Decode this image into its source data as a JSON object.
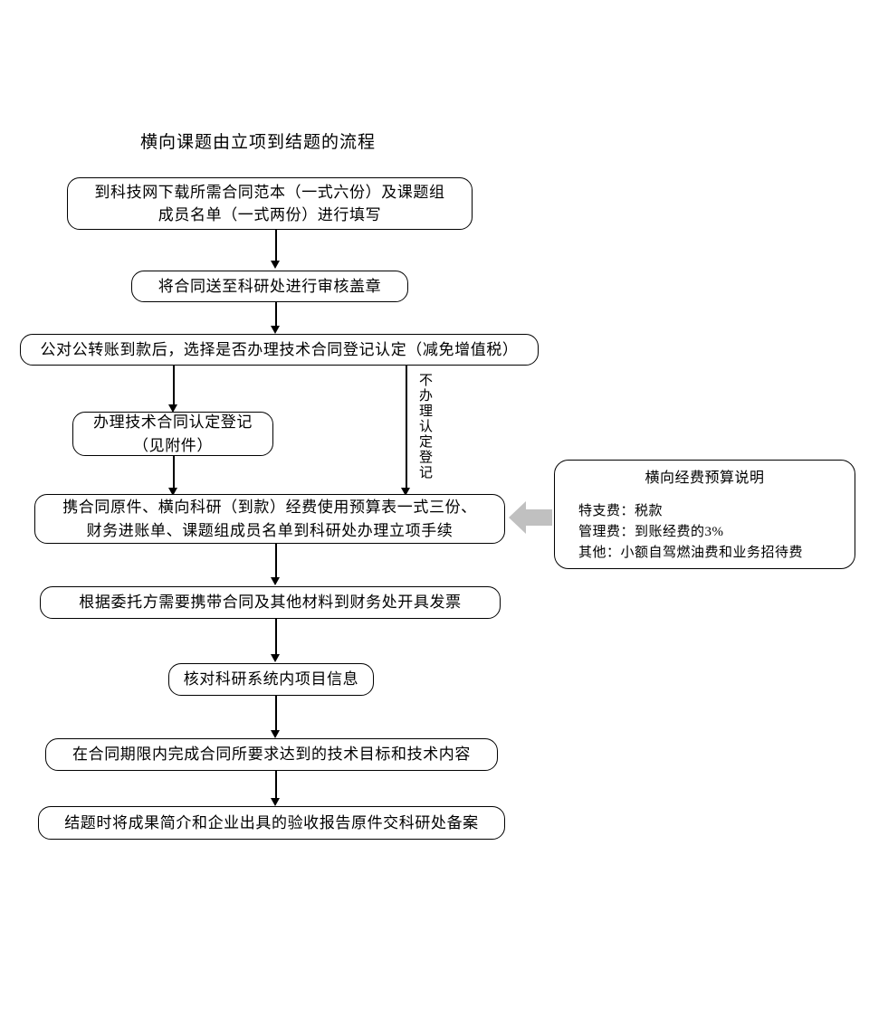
{
  "title": "横向课题由立项到结题的流程",
  "flow": {
    "nodes": [
      {
        "id": "download-template",
        "line1": "到科技网下载所需合同范本（一式六份）及课题组",
        "line2": "成员名单（一式两份）进行填写"
      },
      {
        "id": "submit-contract",
        "line1": "将合同送至科研处进行审核盖章",
        "line2": ""
      },
      {
        "id": "decision-registration",
        "line1": "公对公转账到款后，选择是否办理技术合同登记认定（减免增值税）",
        "line2": ""
      },
      {
        "id": "do-registration",
        "line1": "办理技术合同认定登记",
        "line2": "（见附件）"
      },
      {
        "id": "project-establish",
        "line1": "携合同原件、横向科研（到款）经费使用预算表一式三份、",
        "line2": "财务进账单、课题组成员名单到科研处办理立项手续"
      },
      {
        "id": "issue-invoice",
        "line1": "根据委托方需要携带合同及其他材料到财务处开具发票",
        "line2": ""
      },
      {
        "id": "verify-system-info",
        "line1": "核对科研系统内项目信息",
        "line2": ""
      },
      {
        "id": "complete-tech-goals",
        "line1": "在合同期限内完成合同所要求达到的技术目标和技术内容",
        "line2": ""
      },
      {
        "id": "file-final-report",
        "line1": "结题时将成果简介和企业出具的验收报告原件交科研处备案",
        "line2": ""
      }
    ],
    "branch_label_no_registration": "不办理认定登记"
  },
  "note": {
    "title": "横向经费预算说明",
    "lines": [
      "特支费：税款",
      "管理费：到账经费的3%",
      "其他：小额自驾燃油费和业务招待费"
    ]
  },
  "colors": {
    "stroke": "#000000",
    "background": "#ffffff",
    "callout_arrow": "#c0c0c0"
  }
}
